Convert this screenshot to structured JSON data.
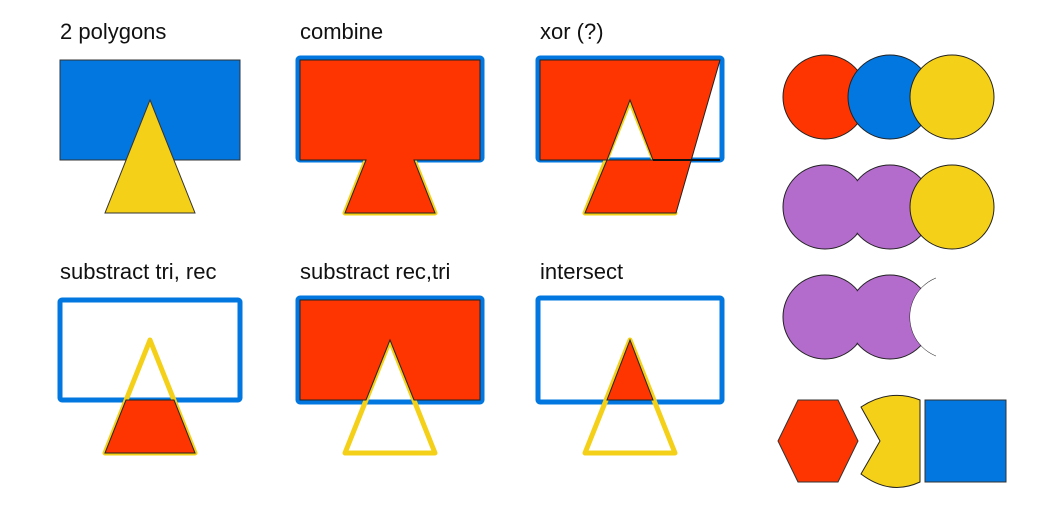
{
  "labels": {
    "p1": "2 polygons",
    "p2": "combine",
    "p3": "xor (?)",
    "p4": "substract tri, rec",
    "p5": "substract rec,tri",
    "p6": "intersect"
  },
  "colors": {
    "blue": "#0277e0",
    "red": "#fe3500",
    "yellow": "#f4d018",
    "purple": "#b36bcc"
  }
}
